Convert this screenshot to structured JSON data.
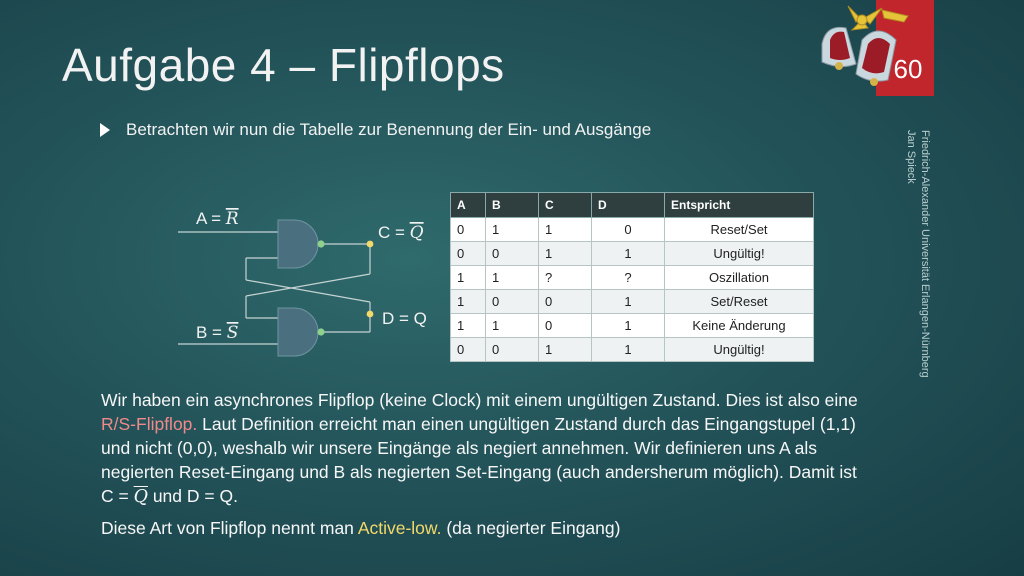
{
  "slide": {
    "title": "Aufgabe 4 – Flipflops",
    "page_number": "60",
    "side_text": {
      "line1": "Friedrich-Alexander Universität Erlangen-Nürnberg",
      "line2": "Jan Spieck"
    },
    "bullet": "Betrachten wir nun die Tabelle zur Benennung der Ein- und Ausgänge"
  },
  "circuit": {
    "label_a": "A = ",
    "label_a_var": "R",
    "label_b": "B = ",
    "label_b_var": "S",
    "label_c": "C = ",
    "label_c_var": "Q",
    "label_d": "D = Q"
  },
  "table": {
    "headers": [
      "A",
      "B",
      "C",
      "D",
      "Entspricht"
    ],
    "rows": [
      [
        "0",
        "1",
        "1",
        "0",
        "Reset/Set"
      ],
      [
        "0",
        "0",
        "1",
        "1",
        "Ungültig!"
      ],
      [
        "1",
        "1",
        "?",
        "?",
        "Oszillation"
      ],
      [
        "1",
        "0",
        "0",
        "1",
        "Set/Reset"
      ],
      [
        "1",
        "1",
        "0",
        "1",
        "Keine Änderung"
      ],
      [
        "0",
        "0",
        "1",
        "1",
        "Ungültig!"
      ]
    ]
  },
  "paragraph1": {
    "t1": "Wir haben ein asynchrones Flipflop (keine Clock) mit einem ungültigen Zustand. Dies ist also eine ",
    "highlight": "R/S-Flipflop.",
    "t2": " Laut Definition erreicht man einen ungültigen Zustand durch das Eingangstupel (1,1) und nicht (0,0), weshalb wir unsere Eingänge als negiert annehmen. Wir definieren uns A als negierten Reset-Eingang und B als negierten Set-Eingang (auch andersherum möglich). Damit ist C = ",
    "q": "Q",
    "t3": " und D = Q."
  },
  "paragraph2": {
    "t1": "Diese Art von Flipflop nennt man ",
    "highlight": "Active-low.",
    "t2": " (da negierter Eingang)"
  },
  "colors": {
    "background": "#23545a",
    "gate_fill": "#4a7080",
    "node_yellow": "#f3d86a",
    "node_green": "#8fd08f",
    "highlight_red": "#f08a8a",
    "highlight_yellow": "#f3d86a",
    "page_flag": "#c0262b"
  }
}
